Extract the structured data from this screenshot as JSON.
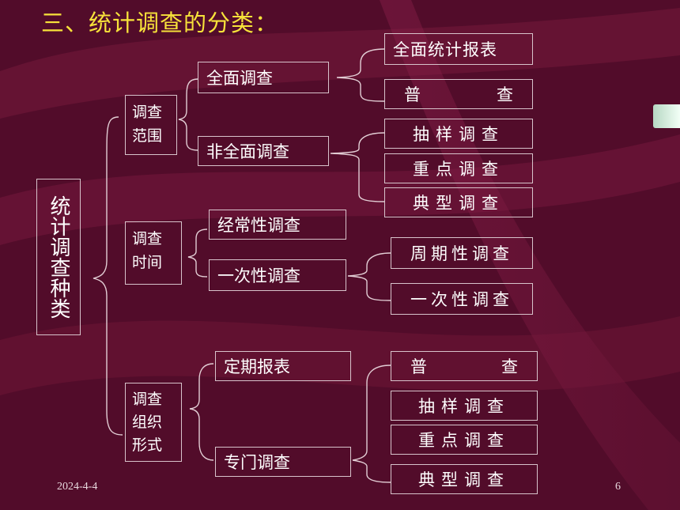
{
  "title": "三、统计调查的分类：",
  "root": "统计调查种类",
  "groups": [
    {
      "label_lines": [
        "调查",
        "范围"
      ],
      "children": [
        {
          "label": "全面调查",
          "items": [
            "全面统计报表",
            "普",
            "查"
          ]
        },
        {
          "label": "非全面调查",
          "items": [
            "抽样调查",
            "重点调查",
            "典型调查"
          ]
        }
      ]
    },
    {
      "label_lines": [
        "调查",
        "时间"
      ],
      "children": [
        {
          "label": "经常性调查",
          "items": []
        },
        {
          "label": "一次性调查",
          "items": [
            "周期性调查",
            "一次性调查"
          ]
        }
      ]
    },
    {
      "label_lines": [
        "调查",
        "组织",
        "形式"
      ],
      "children": [
        {
          "label": "定期报表",
          "items": []
        },
        {
          "label": "专门调查",
          "items": [
            "普",
            "查",
            "抽样调查",
            "重点调查",
            "典型调查"
          ]
        }
      ]
    }
  ],
  "footer": {
    "date": "2024-4-4",
    "page": "6"
  },
  "colors": {
    "background": "#5a0f2e",
    "title": "#f7e23a",
    "text": "#ffffff",
    "line": "#d8c3cb"
  }
}
